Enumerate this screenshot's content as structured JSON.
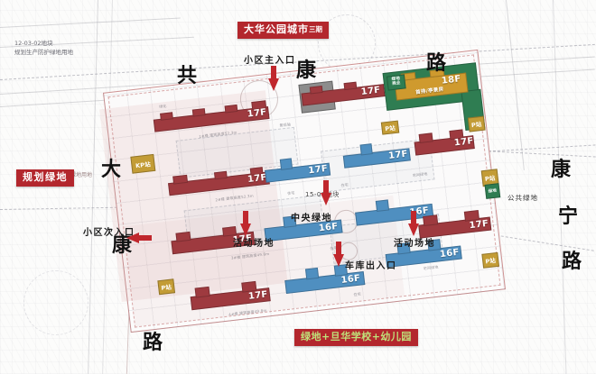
{
  "meta": {
    "title_banner": "大华公园城市",
    "title_banner_suffix": "三期",
    "bottom_banner": "绿地+旦华学校+幼儿园",
    "left_banner": "规划绿地"
  },
  "streets": [
    {
      "name": "共",
      "label": "共"
    },
    {
      "name": "康",
      "label": "康"
    },
    {
      "name": "路",
      "label": "路"
    },
    {
      "name": "康2",
      "label": "康"
    },
    {
      "name": "宁",
      "label": "宁"
    },
    {
      "name": "路2",
      "label": "路"
    },
    {
      "name": "大",
      "label": "大"
    },
    {
      "name": "康3",
      "label": "康"
    },
    {
      "name": "路3",
      "label": "路"
    }
  ],
  "callouts": {
    "main_entrance": "小区主入口",
    "side_entrance": "小区次入口",
    "central_green": "中央绿地",
    "activity_area_left": "活动场地",
    "activity_area_right": "活动场地",
    "garage_entrance": "车库出入口",
    "public_green": "公共绿地",
    "parcel_code": "15-03地块"
  },
  "parcel_note": {
    "line1": "12-03-02地块",
    "line2": "规划生产防护绿地用地"
  },
  "buildings": [
    {
      "id": "b1",
      "floors": "17F",
      "color": "red"
    },
    {
      "id": "b2",
      "floors": "17F",
      "color": "red"
    },
    {
      "id": "b3",
      "floors": "17F",
      "color": "red"
    },
    {
      "id": "b4",
      "floors": "17F",
      "color": "red"
    },
    {
      "id": "b5",
      "floors": "17F",
      "color": "red"
    },
    {
      "id": "b6",
      "floors": "17F",
      "color": "red"
    },
    {
      "id": "b7",
      "floors": "17F",
      "color": "red"
    },
    {
      "id": "b8",
      "floors": "17F",
      "color": "blue"
    },
    {
      "id": "b9",
      "floors": "17F",
      "color": "blue"
    },
    {
      "id": "b10",
      "floors": "16F",
      "color": "blue"
    },
    {
      "id": "b11",
      "floors": "16F",
      "color": "blue"
    },
    {
      "id": "b12",
      "floors": "16F",
      "color": "blue"
    },
    {
      "id": "b13",
      "floors": "16F",
      "color": "blue"
    },
    {
      "id": "b14",
      "floors": "18F",
      "color": "orange",
      "note": "首排/亭景房"
    }
  ],
  "chips": [
    {
      "id": "kp",
      "label": "KP站"
    },
    {
      "id": "p1",
      "label": "P站"
    },
    {
      "id": "p2",
      "label": "P站"
    },
    {
      "id": "p3",
      "label": "P站"
    },
    {
      "id": "p4",
      "label": "P站"
    },
    {
      "id": "p5",
      "label": "P站"
    },
    {
      "id": "g1",
      "label": "绿地"
    },
    {
      "id": "g2",
      "label": "商业"
    }
  ],
  "colors": {
    "accent_red": "#b3272d",
    "building_red": "#9e3a3f",
    "building_blue": "#4f8fc0",
    "building_orange": "#cf9a2e",
    "building_green": "#2f7d52",
    "arrow_red": "#c0272d"
  }
}
